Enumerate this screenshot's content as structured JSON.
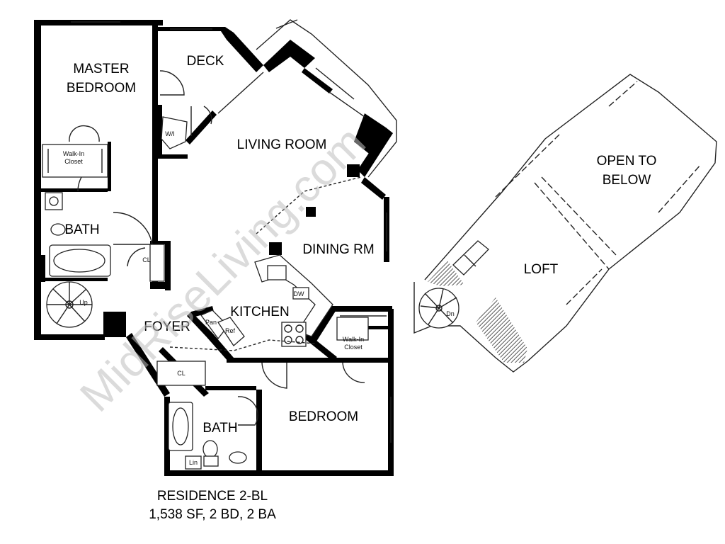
{
  "plan": {
    "rooms": {
      "master_bedroom_1": "MASTER",
      "master_bedroom_2": "BEDROOM",
      "deck": "DECK",
      "living_room": "LIVING ROOM",
      "dining": "DINING RM",
      "kitchen": "KITCHEN",
      "foyer": "FOYER",
      "bath_1": "BATH",
      "bath_2": "BATH",
      "bedroom": "BEDROOM",
      "open_1": "OPEN TO",
      "open_2": "BELOW",
      "loft": "LOFT"
    },
    "fixtures": {
      "walkin_1a": "Walk-In",
      "walkin_1b": "Closet",
      "walkin_2a": "Walk-In",
      "walkin_2b": "Closet",
      "wi": "W/I",
      "cl_1": "CL",
      "cl_2": "CL",
      "dw": "DW",
      "pan": "Pan",
      "ref": "Ref",
      "up": "Up",
      "dn": "Dn",
      "lin": "Lin"
    },
    "watermark": "MidRiseLiving.com"
  },
  "caption": {
    "line1": "RESIDENCE 2-BL",
    "line2": "1,538 SF, 2 BD, 2 BA"
  }
}
